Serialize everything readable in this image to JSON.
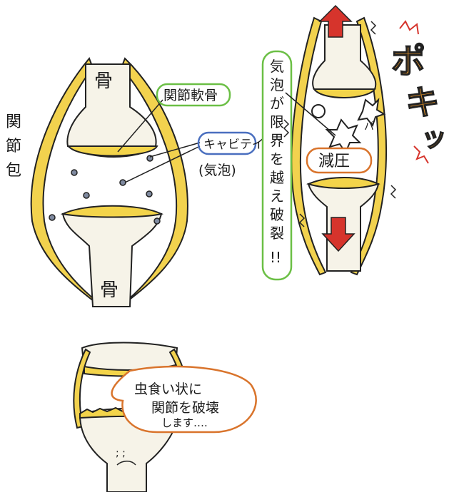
{
  "figure1": {
    "bone_top": "骨",
    "bone_bottom": "骨",
    "joint_capsule": [
      "関",
      "節",
      "包"
    ],
    "articular_cartilage": "関節軟骨",
    "cavitation": "キャビテイ",
    "bubble_note": "(気泡)"
  },
  "figure2": {
    "pokitt": [
      "ポ",
      "キ",
      "ッ"
    ],
    "pa_sound": "パ",
    "decompression": "減圧",
    "burst_vertical": [
      "気",
      "泡",
      "が",
      "限",
      "界",
      "を",
      "越",
      "え",
      "破",
      "裂",
      "!!"
    ]
  },
  "figure3": {
    "speech_line1": "虫食い状に",
    "speech_line2": "関節を破壊",
    "speech_line3": "します….",
    "face": "; ;"
  },
  "colors": {
    "cartilage_yellow": "#f3d44a",
    "capsule_yellow": "#f2d24e",
    "bone_fill": "#f6f3e8",
    "arrow_red": "#d6342c",
    "label_green": "#6bbf45",
    "label_orange": "#d9742c",
    "label_blue": "#4a6fbf",
    "pokitt_orange": "#e2932a",
    "outline": "#222222"
  }
}
